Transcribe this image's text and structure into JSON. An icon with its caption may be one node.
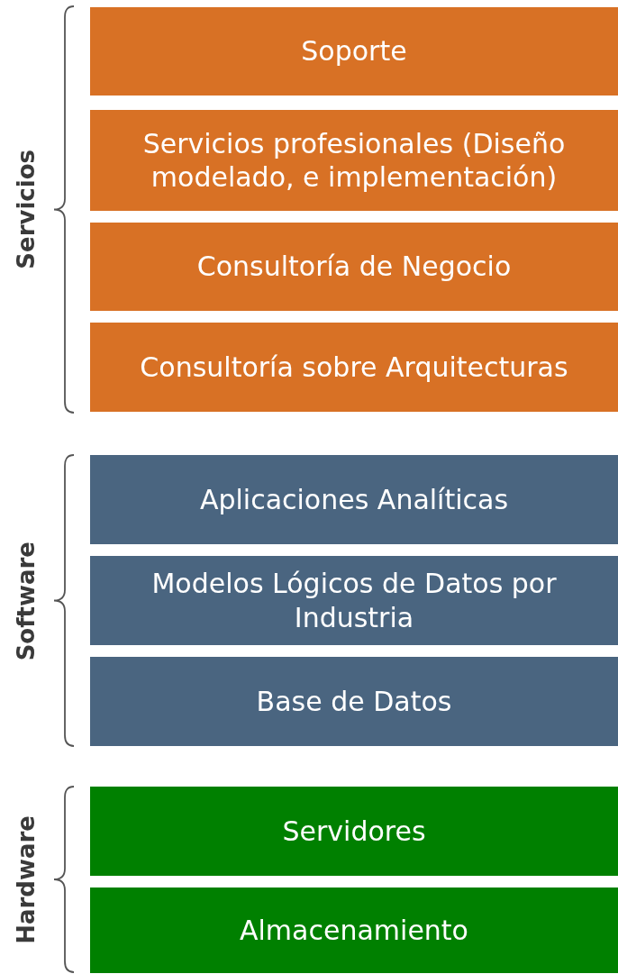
{
  "diagram": {
    "nodes": [
      {
        "text": [
          "Servicios"
        ]
      },
      {
        "text": [
          "Soporte"
        ],
        "in": 0
      },
      {
        "text": [
          "Servicios profesionales (Diseño modelado, e implementación)"
        ],
        "in": 0
      },
      {
        "text": [
          "Consultoría de Negocio"
        ],
        "in": 0
      },
      {
        "text": [
          "Consultoría sobre Arquitecturas"
        ],
        "in": 0
      },
      {
        "text": [
          "Software"
        ]
      },
      {
        "text": [
          "Aplicaciones Analíticas"
        ],
        "in": 5
      },
      {
        "text": [
          "Modelos Lógicos de Datos por Industria"
        ],
        "in": 5
      },
      {
        "text": [
          "Base de Datos"
        ],
        "in": 5
      },
      {
        "text": [
          "Hardware"
        ]
      },
      {
        "text": [
          "Servidores"
        ],
        "in": 9
      },
      {
        "text": [
          "Almacenamiento"
        ],
        "in": 9
      }
    ]
  }
}
